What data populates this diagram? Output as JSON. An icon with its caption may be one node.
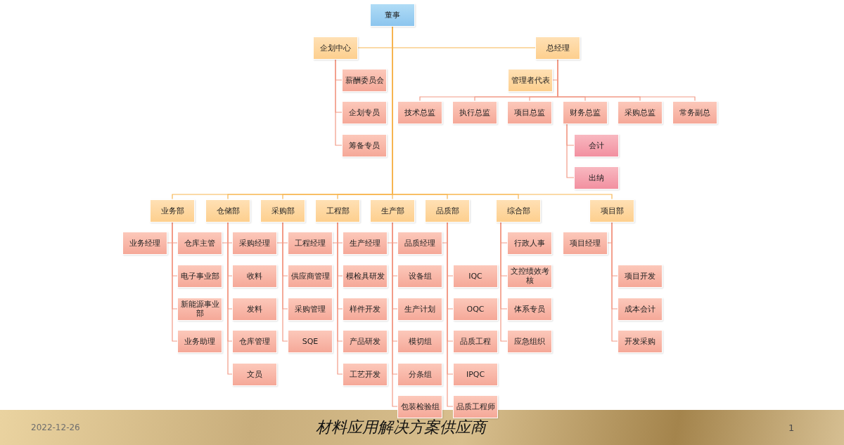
{
  "diagram": {
    "nodes": [
      {
        "text": [
          "董事"
        ]
      },
      {
        "text": [
          "企划中心"
        ]
      },
      {
        "text": [
          "总经理"
        ]
      },
      {
        "text": [
          "薪酬委员会"
        ]
      },
      {
        "text": [
          "企划专员"
        ]
      },
      {
        "text": [
          "筹备专员"
        ]
      },
      {
        "text": [
          "管理者代表"
        ]
      },
      {
        "text": [
          "技术总监"
        ]
      },
      {
        "text": [
          "执行总监"
        ]
      },
      {
        "text": [
          "项目总监"
        ]
      },
      {
        "text": [
          "财务总监"
        ]
      },
      {
        "text": [
          "采购总监"
        ]
      },
      {
        "text": [
          "常务副总"
        ]
      },
      {
        "text": [
          "会计"
        ]
      },
      {
        "text": [
          "出纳"
        ]
      },
      {
        "text": [
          "业务部"
        ]
      },
      {
        "text": [
          "仓储部"
        ]
      },
      {
        "text": [
          "采购部"
        ]
      },
      {
        "text": [
          "工程部"
        ]
      },
      {
        "text": [
          "生产部"
        ]
      },
      {
        "text": [
          "品质部"
        ]
      },
      {
        "text": [
          "综合部"
        ]
      },
      {
        "text": [
          "项目部"
        ]
      },
      {
        "text": [
          "业务经理"
        ]
      },
      {
        "text": [
          "仓库主管"
        ]
      },
      {
        "text": [
          "电子事业部"
        ]
      },
      {
        "text": [
          "新能源事业部"
        ]
      },
      {
        "text": [
          "业务助理"
        ]
      },
      {
        "text": [
          "采购经理"
        ]
      },
      {
        "text": [
          "收料"
        ]
      },
      {
        "text": [
          "发料"
        ]
      },
      {
        "text": [
          "仓库管理"
        ]
      },
      {
        "text": [
          "文员"
        ]
      },
      {
        "text": [
          "工程经理"
        ]
      },
      {
        "text": [
          "供应商管理"
        ]
      },
      {
        "text": [
          "采购管理"
        ]
      },
      {
        "text": [
          "SQE"
        ]
      },
      {
        "text": [
          "生产经理"
        ]
      },
      {
        "text": [
          "模检具研发"
        ]
      },
      {
        "text": [
          "样件开发"
        ]
      },
      {
        "text": [
          "产品研发"
        ]
      },
      {
        "text": [
          "工艺开发"
        ]
      },
      {
        "text": [
          "品质经理"
        ]
      },
      {
        "text": [
          "设备组"
        ]
      },
      {
        "text": [
          "生产计划"
        ]
      },
      {
        "text": [
          "模切组"
        ]
      },
      {
        "text": [
          "分条组"
        ]
      },
      {
        "text": [
          "包装检验组"
        ]
      },
      {
        "text": [
          "IQC"
        ]
      },
      {
        "text": [
          "OQC"
        ]
      },
      {
        "text": [
          "品质工程"
        ]
      },
      {
        "text": [
          "IPQC"
        ]
      },
      {
        "text": [
          "品质工程师"
        ]
      },
      {
        "text": [
          "行政人事"
        ]
      },
      {
        "text": [
          "文控绩效考核"
        ]
      },
      {
        "text": [
          "体系专员"
        ]
      },
      {
        "text": [
          "应急组织"
        ]
      },
      {
        "text": [
          "项目经理"
        ]
      },
      {
        "text": [
          "项目开发"
        ]
      },
      {
        "text": [
          "成本会计"
        ]
      },
      {
        "text": [
          "开发采购"
        ]
      }
    ],
    "edges": [
      {
        "from": 0,
        "to": 1,
        "arrow": "none",
        "color": "#f7b551"
      },
      {
        "from": 0,
        "to": 2,
        "arrow": "none",
        "color": "#f7b551"
      },
      {
        "from": 1,
        "to": 3,
        "arrow": "none"
      },
      {
        "from": 1,
        "to": 4,
        "arrow": "none"
      },
      {
        "from": 1,
        "to": 5,
        "arrow": "none"
      },
      {
        "from": 2,
        "to": 6,
        "arrow": "none"
      },
      {
        "from": 2,
        "to": 7,
        "arrow": "none"
      },
      {
        "from": 2,
        "to": 8,
        "arrow": "none"
      },
      {
        "from": 2,
        "to": 9,
        "arrow": "none"
      },
      {
        "from": 2,
        "to": 10,
        "arrow": "none"
      },
      {
        "from": 2,
        "to": 11,
        "arrow": "none"
      },
      {
        "from": 2,
        "to": 12,
        "arrow": "none"
      },
      {
        "from": 10,
        "to": 13,
        "arrow": "none"
      },
      {
        "from": 10,
        "to": 14,
        "arrow": "none"
      },
      {
        "from": 0,
        "to": 15,
        "arrow": "none",
        "color": "#f7b551"
      },
      {
        "from": 0,
        "to": 16,
        "arrow": "none",
        "color": "#f7b551"
      },
      {
        "from": 0,
        "to": 17,
        "arrow": "none",
        "color": "#f7b551"
      },
      {
        "from": 0,
        "to": 18,
        "arrow": "none",
        "color": "#f7b551"
      },
      {
        "from": 0,
        "to": 19,
        "arrow": "none",
        "color": "#f7b551"
      },
      {
        "from": 0,
        "to": 20,
        "arrow": "none",
        "color": "#f7b551"
      },
      {
        "from": 0,
        "to": 21,
        "arrow": "none",
        "color": "#f7b551"
      },
      {
        "from": 0,
        "to": 22,
        "arrow": "none",
        "color": "#f7b551"
      },
      {
        "from": 15,
        "to": 23,
        "arrow": "none"
      },
      {
        "from": 15,
        "to": 24,
        "arrow": "none"
      },
      {
        "from": 15,
        "to": 25,
        "arrow": "none"
      },
      {
        "from": 15,
        "to": 26,
        "arrow": "none"
      },
      {
        "from": 15,
        "to": 27,
        "arrow": "none"
      },
      {
        "from": 16,
        "to": 24,
        "arrow": "none"
      },
      {
        "from": 16,
        "to": 28,
        "arrow": "none"
      },
      {
        "from": 16,
        "to": 29,
        "arrow": "none"
      },
      {
        "from": 16,
        "to": 30,
        "arrow": "none"
      },
      {
        "from": 16,
        "to": 31,
        "arrow": "none"
      },
      {
        "from": 16,
        "to": 32,
        "arrow": "none"
      },
      {
        "from": 17,
        "to": 28,
        "arrow": "none"
      },
      {
        "from": 17,
        "to": 33,
        "arrow": "none"
      },
      {
        "from": 17,
        "to": 34,
        "arrow": "none"
      },
      {
        "from": 17,
        "to": 35,
        "arrow": "none"
      },
      {
        "from": 17,
        "to": 36,
        "arrow": "none"
      },
      {
        "from": 18,
        "to": 33,
        "arrow": "none"
      },
      {
        "from": 18,
        "to": 37,
        "arrow": "none"
      },
      {
        "from": 18,
        "to": 38,
        "arrow": "none"
      },
      {
        "from": 18,
        "to": 39,
        "arrow": "none"
      },
      {
        "from": 18,
        "to": 40,
        "arrow": "none"
      },
      {
        "from": 18,
        "to": 41,
        "arrow": "none"
      },
      {
        "from": 19,
        "to": 37,
        "arrow": "none"
      },
      {
        "from": 19,
        "to": 42,
        "arrow": "none"
      },
      {
        "from": 19,
        "to": 43,
        "arrow": "none"
      },
      {
        "from": 19,
        "to": 44,
        "arrow": "none"
      },
      {
        "from": 19,
        "to": 45,
        "arrow": "none"
      },
      {
        "from": 19,
        "to": 46,
        "arrow": "none"
      },
      {
        "from": 19,
        "to": 47,
        "arrow": "none"
      },
      {
        "from": 20,
        "to": 42,
        "arrow": "none"
      },
      {
        "from": 20,
        "to": 48,
        "arrow": "none"
      },
      {
        "from": 20,
        "to": 49,
        "arrow": "none"
      },
      {
        "from": 20,
        "to": 50,
        "arrow": "none"
      },
      {
        "from": 20,
        "to": 51,
        "arrow": "none"
      },
      {
        "from": 20,
        "to": 52,
        "arrow": "none"
      },
      {
        "from": 21,
        "to": 53,
        "arrow": "none"
      },
      {
        "from": 21,
        "to": 54,
        "arrow": "none"
      },
      {
        "from": 21,
        "to": 55,
        "arrow": "none"
      },
      {
        "from": 21,
        "to": 56,
        "arrow": "none"
      },
      {
        "from": 22,
        "to": 57,
        "arrow": "none"
      },
      {
        "from": 22,
        "to": 58,
        "arrow": "none"
      },
      {
        "from": 22,
        "to": 59,
        "arrow": "none"
      },
      {
        "from": 22,
        "to": 60,
        "arrow": "none"
      }
    ],
    "labels": [
      "2022-12-26",
      "材料应用解决方案供应商",
      "1"
    ]
  }
}
